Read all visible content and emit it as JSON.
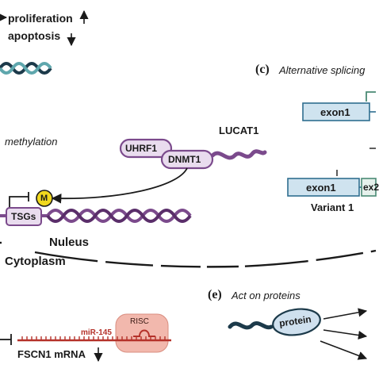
{
  "top_right_labels": {
    "proliferation": "proliferation",
    "apoptosis": "apoptosis"
  },
  "panel_c": {
    "letter": "(c)",
    "title": "Alternative splicing",
    "exon1_top": "exon1",
    "exon1_bottom": "exon1",
    "ex2": "ex2",
    "ex3_partial": "e",
    "variant": "Variant 1"
  },
  "methylation": {
    "label": "methylation",
    "lncrna": "LUCAT1",
    "uhrf1": "UHRF1",
    "dnmt1": "DNMT1",
    "methyl_mark": "M",
    "tsgs": "TSGs"
  },
  "compartments": {
    "nucleus": "Nuleus",
    "cytoplasm": "Cytoplasm"
  },
  "panel_e": {
    "letter": "(e)",
    "title": "Act on proteins",
    "protein": "protein"
  },
  "mirna": {
    "risc": "RISC",
    "mir": "miR-145",
    "mrna": "FSCN1 mRNA"
  },
  "colors": {
    "dna_dark": "#1c3a4a",
    "dna_light": "#5fa7ad",
    "complex_fill": "#e9dcee",
    "complex_stroke": "#7b4a8c",
    "exon_fill": "#cfe3ef",
    "exon_stroke": "#2f6e8f",
    "ex2_fill": "#e6f1ec",
    "ex2_stroke": "#4a8a74",
    "methyl_fill": "#f0d81e",
    "risc_fill": "#f2b8ad",
    "mrna_red": "#b5322a",
    "protein_fill": "#cfe0ee"
  }
}
